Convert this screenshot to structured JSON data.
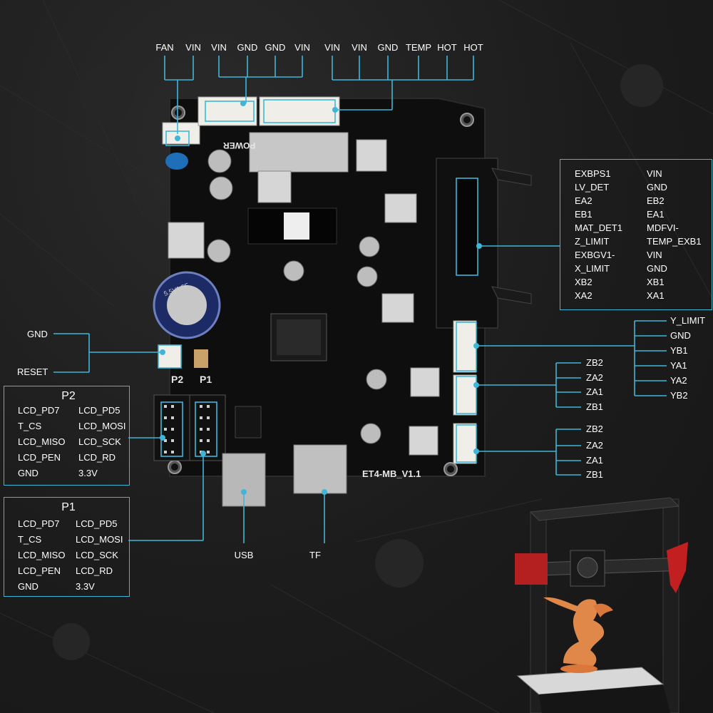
{
  "header_pins": {
    "fan_conn": [
      "FAN",
      "VIN"
    ],
    "power_conn": [
      "VIN",
      "GND",
      "GND",
      "VIN"
    ],
    "hotend_conn": [
      "VIN",
      "VIN",
      "GND",
      "TEMP",
      "HOT",
      "HOT"
    ]
  },
  "right_connector": {
    "left_col": [
      "EXBPS1",
      "LV_DET",
      "EA2",
      "EB1",
      "MAT_DET1",
      "Z_LIMIT",
      "EXBGV1-",
      "X_LIMIT",
      "XB2",
      "XA2"
    ],
    "right_col": [
      "VIN",
      "GND",
      "EB2",
      "EA1",
      "MDFVI-",
      "TEMP_EXB1",
      "VIN",
      "GND",
      "XB1",
      "XA1"
    ]
  },
  "y_motor": [
    "Y_LIMIT",
    "GND",
    "YB1",
    "YA1",
    "YA2",
    "YB2"
  ],
  "z1_motor": [
    "ZB2",
    "ZA2",
    "ZA1",
    "ZB1"
  ],
  "z2_motor": [
    "ZB2",
    "ZA2",
    "ZA1",
    "ZB1"
  ],
  "reset_conn": [
    "GND",
    "RESET"
  ],
  "p2": {
    "title": "P2",
    "left": [
      "LCD_PD7",
      "T_CS",
      "LCD_MISO",
      "LCD_PEN",
      "GND"
    ],
    "right": [
      "LCD_PD5",
      "LCD_MOSI",
      "LCD_SCK",
      "LCD_RD",
      "3.3V"
    ]
  },
  "p1": {
    "title": "P1",
    "left": [
      "LCD_PD7",
      "T_CS",
      "LCD_MISO",
      "LCD_PEN",
      "GND"
    ],
    "right": [
      "LCD_PD5",
      "LCD_MOSI",
      "LCD_SCK",
      "LCD_RD",
      "3.3V"
    ]
  },
  "ports": {
    "usb": "USB",
    "tf": "TF"
  },
  "board": {
    "model": "ET4-MB_V1.1",
    "silk_power": "POWER",
    "silk_p2": "P2",
    "silk_p1": "P1",
    "silk_capacitor": "5.5V1.5F"
  },
  "colors": {
    "accent": "#3fb6d8",
    "board": "#0d0d0d",
    "background": "#1b1b1b"
  }
}
